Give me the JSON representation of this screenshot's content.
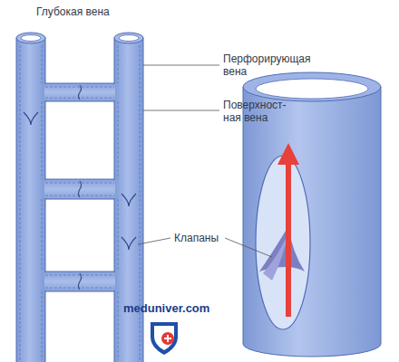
{
  "diagram": {
    "labels": [
      "Глубокая вена",
      "Перфорирующая вена",
      "Поверхност-ная вена",
      "Клапаны",
      "meduniver.com"
    ]
  }
}
